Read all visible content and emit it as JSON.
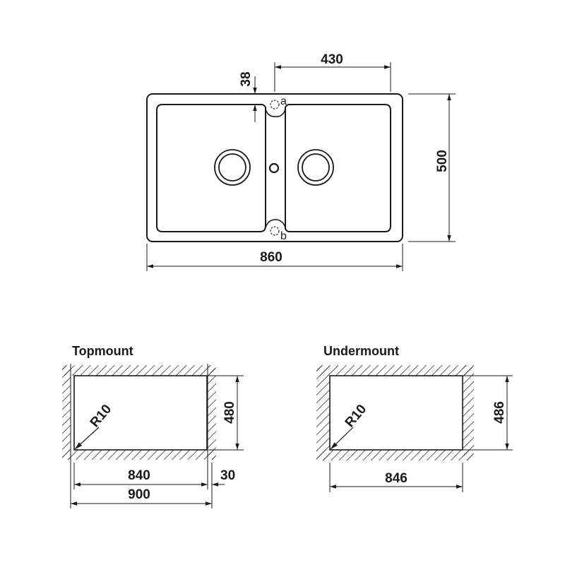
{
  "top_view": {
    "width_label": "860",
    "height_label": "500",
    "bowl_width_label": "430",
    "rim_label": "38",
    "point_a": "a",
    "point_b": "b"
  },
  "topmount": {
    "title": "Topmount",
    "radius_label": "R10",
    "height_label": "480",
    "inner_width_label": "840",
    "outer_width_label": "900",
    "overlap_label": "30"
  },
  "undermount": {
    "title": "Undermount",
    "radius_label": "R10",
    "height_label": "486",
    "width_label": "846"
  },
  "colors": {
    "line": "#1a1a1a",
    "background": "#ffffff"
  }
}
